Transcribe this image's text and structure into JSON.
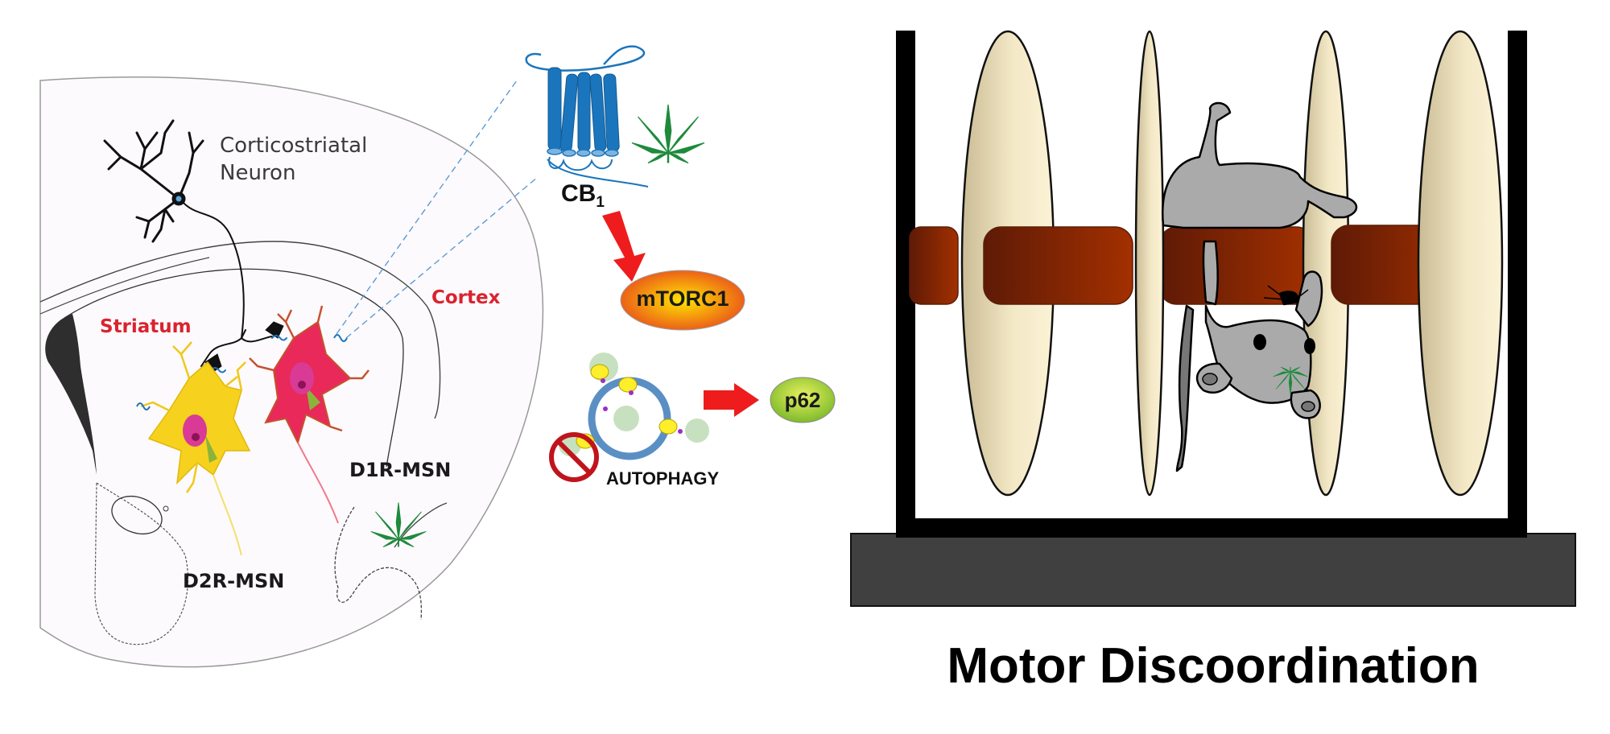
{
  "left_panel": {
    "neuron_label_line1": "Corticostriatal",
    "neuron_label_line2": "Neuron",
    "striatum_label": "Striatum",
    "cortex_label": "Cortex",
    "d1_label": "D1R-MSN",
    "d2_label": "D2R-MSN"
  },
  "pathway": {
    "receptor_label": "CB",
    "receptor_subscript": "1",
    "mtorc1_label": "mTORC1",
    "autophagy_label": "AUTOPHAGY",
    "p62_label": "p62"
  },
  "right_panel": {
    "title": "Motor Discoordination"
  },
  "colors": {
    "label_red": "#d9232e",
    "arrow_red": "#ee1c1c",
    "receptor_blue": "#1b75bc",
    "leaf_green": "#1e8a3c",
    "rod_brown": "#8b2e0c",
    "disc_cream": "#efe3bd",
    "base_gray": "#404040",
    "mouse_gray": "#aaaaaa"
  }
}
